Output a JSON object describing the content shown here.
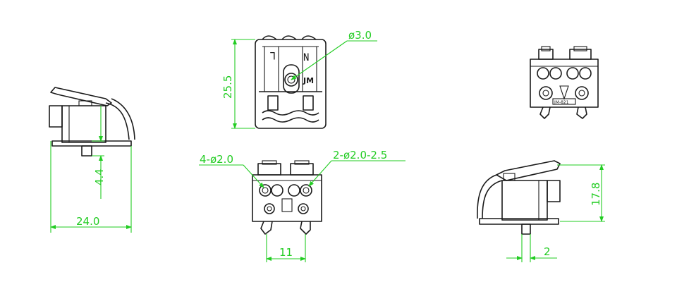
{
  "colors": {
    "dimension": "#22cc22",
    "outline": "#1a1a1a",
    "background": "#ffffff"
  },
  "views": {
    "left_side": {
      "dim_width": "24.0",
      "dim_tab": "4.4"
    },
    "top": {
      "dim_height": "25.5",
      "dim_hole": "ø3.0",
      "label_l": "L",
      "label_n": "N",
      "brand_mark": "JM"
    },
    "rear": {
      "part_number": "JM-821"
    },
    "front": {
      "dim_small_holes": "4-ø2.0",
      "dim_wire_holes": "2-ø2.0-2.5",
      "dim_spacing": "11"
    },
    "right_side": {
      "dim_height": "17.8",
      "dim_tab": "2"
    }
  }
}
